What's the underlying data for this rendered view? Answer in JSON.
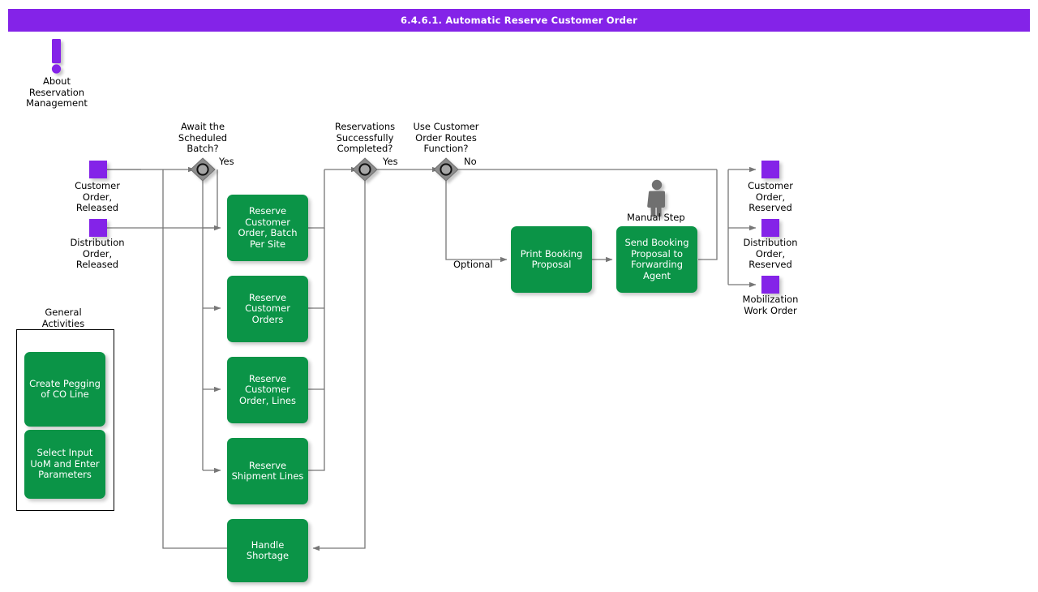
{
  "header": {
    "title": "6.4.6.1. Automatic Reserve Customer Order",
    "bar_color": "#8423e8",
    "text_color": "#ffffff"
  },
  "theme": {
    "activity_color": "#0b9447",
    "state_color": "#8423e8",
    "gateway_fill": "#808080",
    "connector_color": "#666666",
    "manual_icon_color": "#707070"
  },
  "info_icon": {
    "name": "about-reservation-management",
    "icon": "exclamation-icon",
    "label": "About\nReservation\nManagement"
  },
  "start_states": [
    {
      "id": "customer-order-released",
      "label": "Customer\nOrder,\nReleased"
    },
    {
      "id": "distribution-order-released",
      "label": "Distribution\nOrder,\nReleased"
    }
  ],
  "end_states": [
    {
      "id": "customer-order-reserved",
      "label": "Customer\nOrder,\nReserved"
    },
    {
      "id": "distribution-order-reserved",
      "label": "Distribution\nOrder,\nReserved"
    },
    {
      "id": "mobilization-work-order",
      "label": "Mobilization\nWork Order"
    }
  ],
  "gateways": [
    {
      "id": "await-scheduled-batch",
      "label": "Await the\nScheduled\nBatch?",
      "branch": "Yes"
    },
    {
      "id": "reservations-successfully-completed",
      "label": "Reservations\nSuccessfully\nCompleted?",
      "branch": "Yes"
    },
    {
      "id": "use-customer-order-routes-function",
      "label": "Use Customer\nOrder Routes\nFunction?",
      "branch": "No"
    }
  ],
  "edge_labels": {
    "optional": "Optional"
  },
  "activities": [
    {
      "id": "reserve-customer-order-batch-per-site",
      "label": "Reserve\nCustomer\nOrder, Batch\nPer Site"
    },
    {
      "id": "reserve-customer-orders",
      "label": "Reserve\nCustomer\nOrders"
    },
    {
      "id": "reserve-customer-order-lines",
      "label": "Reserve\nCustomer\nOrder, Lines"
    },
    {
      "id": "reserve-shipment-lines",
      "label": "Reserve\nShipment Lines"
    },
    {
      "id": "handle-shortage",
      "label": "Handle Shortage"
    },
    {
      "id": "print-booking-proposal",
      "label": "Print Booking\nProposal"
    },
    {
      "id": "send-booking-proposal-to-forwarding-agent",
      "label": "Send Booking\nProposal to\nForwarding\nAgent"
    }
  ],
  "manual_step": {
    "label": "Manual Step",
    "icon": "person-icon"
  },
  "general_activities_panel": {
    "title": "General\nActivities",
    "items": [
      {
        "id": "create-pegging-of-co-line",
        "label": "Create Pegging\nof CO Line"
      },
      {
        "id": "select-input-uom-and-enter-parameters",
        "label": "Select Input\nUoM and Enter\nParameters"
      }
    ]
  }
}
